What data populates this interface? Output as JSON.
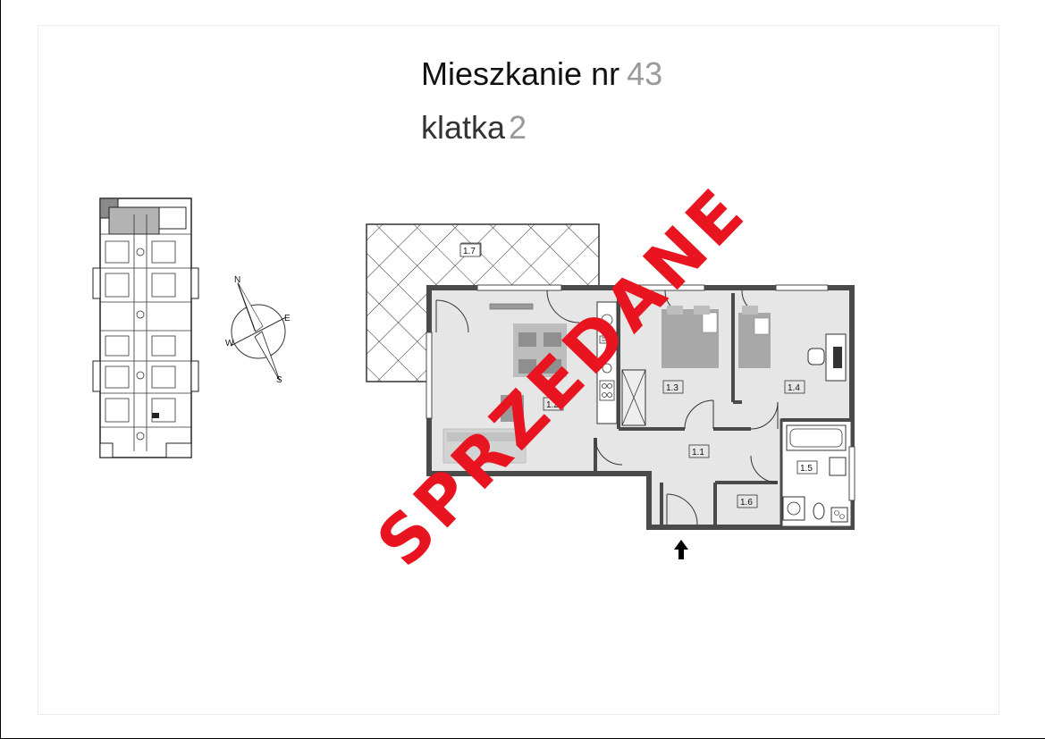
{
  "title": {
    "prefix": "Mieszkanie nr",
    "apartment_number": "43",
    "staircase_prefix": "klatka",
    "staircase_number": "2"
  },
  "rooms": {
    "r1_1": "1.1",
    "r1_2": "1.2",
    "r1_3": "1.3",
    "r1_4": "1.4",
    "r1_5": "1.5",
    "r1_6": "1.6",
    "r1_7": "1.7"
  },
  "compass": {
    "n": "N",
    "e": "E",
    "s": "S",
    "w": "W"
  },
  "status_stamp": "SPRZEDANE",
  "colors": {
    "stamp": "#e8141f",
    "wall": "#555555",
    "floor": "#e6e6e6",
    "highlight": "#9e9e9e"
  }
}
